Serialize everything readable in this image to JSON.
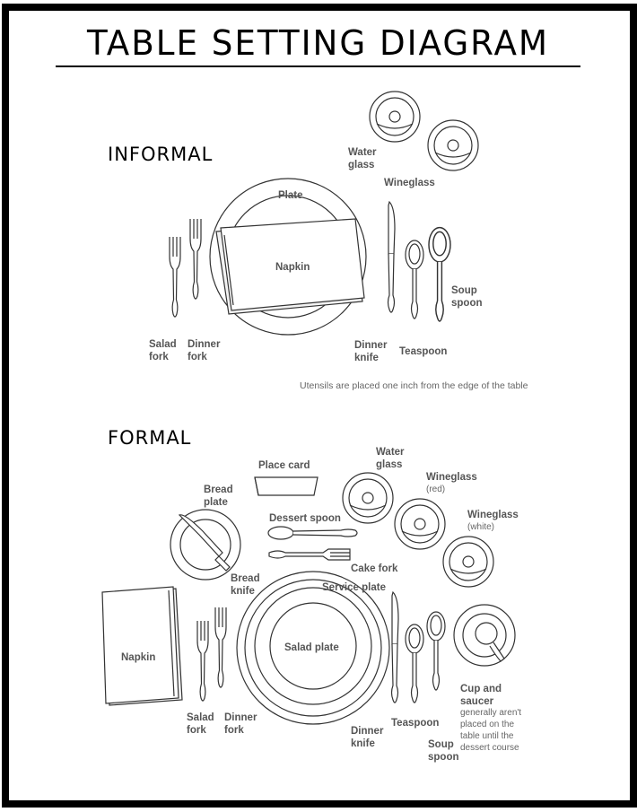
{
  "title": "TABLE SETTING DIAGRAM",
  "informal": {
    "heading": "INFORMAL",
    "labels": {
      "water_glass": [
        "Water",
        "glass"
      ],
      "wineglass": "Wineglass",
      "plate": "Plate",
      "napkin": "Napkin",
      "soup_spoon": [
        "Soup",
        "spoon"
      ],
      "salad_fork": [
        "Salad",
        "fork"
      ],
      "dinner_fork": [
        "Dinner",
        "fork"
      ],
      "dinner_knife": [
        "Dinner",
        "knife"
      ],
      "teaspoon": "Teaspoon"
    },
    "note": "Utensils are placed one inch from the edge of the table"
  },
  "formal": {
    "heading": "FORMAL",
    "labels": {
      "water_glass": [
        "Water",
        "glass"
      ],
      "place_card": "Place card",
      "wineglass_red": "Wineglass",
      "wineglass_red_sub": "(red)",
      "bread_plate": [
        "Bread",
        "plate"
      ],
      "dessert_spoon": "Dessert spoon",
      "wineglass_white": "Wineglass",
      "wineglass_white_sub": "(white)",
      "cake_fork": "Cake fork",
      "bread_knife": [
        "Bread",
        "knife"
      ],
      "service_plate": "Service plate",
      "napkin": "Napkin",
      "salad_plate": "Salad plate",
      "cup_saucer": [
        "Cup and",
        "saucer"
      ],
      "cup_note": [
        "generally aren't",
        "placed on the",
        "table until the",
        "dessert course"
      ],
      "salad_fork": [
        "Salad",
        "fork"
      ],
      "dinner_fork": [
        "Dinner",
        "fork"
      ],
      "teaspoon": "Teaspoon",
      "dinner_knife": [
        "Dinner",
        "knife"
      ],
      "soup_spoon": [
        "Soup",
        "spoon"
      ]
    }
  }
}
